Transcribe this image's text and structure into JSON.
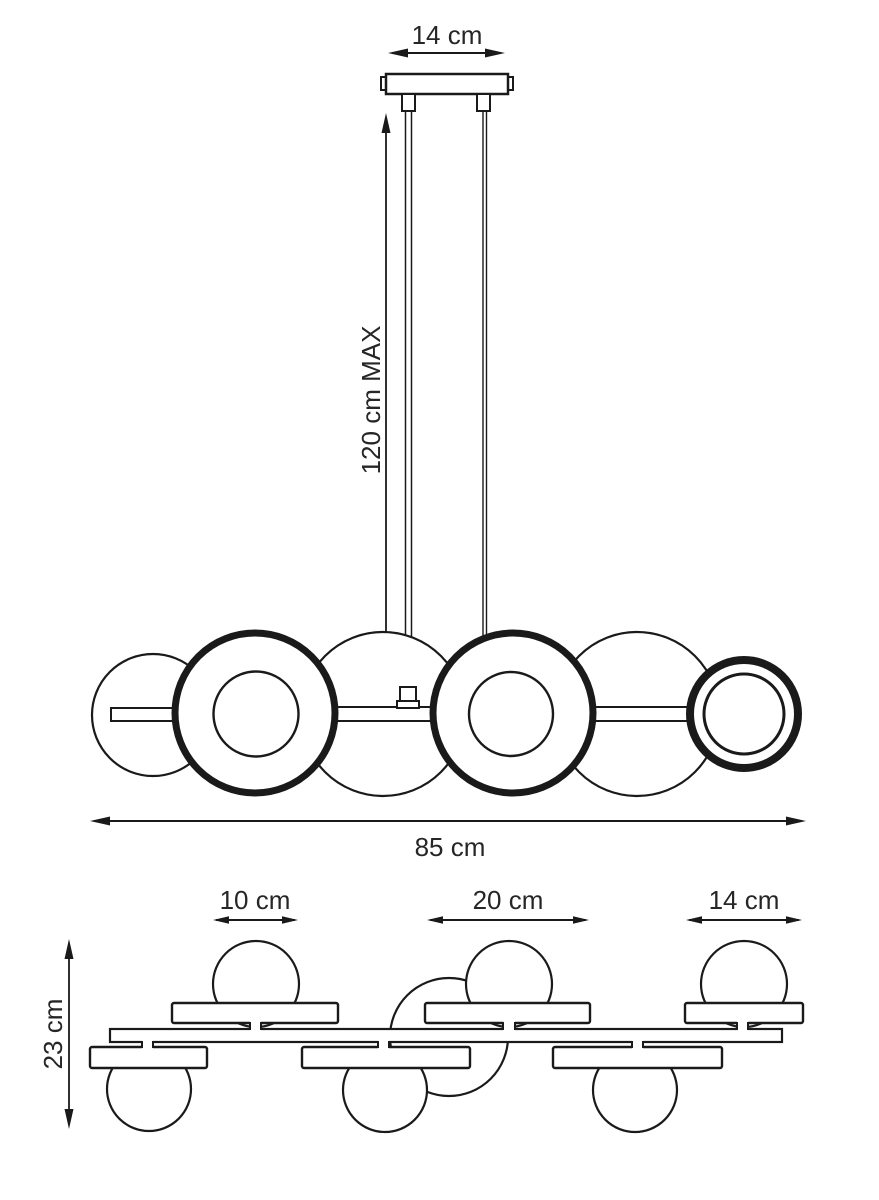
{
  "colors": {
    "line": "#1a1a1a",
    "text": "#262626",
    "background": "#ffffff"
  },
  "diagram": {
    "type": "technical-dimension-drawing",
    "subject": "pendant-lamp",
    "front_view": {
      "canopy_width": "14 cm",
      "max_suspension": "120 cm MAX",
      "total_width": "85 cm"
    },
    "top_view": {
      "ball_diameter": "10 cm",
      "large_disc_width": "20 cm",
      "small_disc_width": "14 cm",
      "depth": "23 cm"
    }
  }
}
